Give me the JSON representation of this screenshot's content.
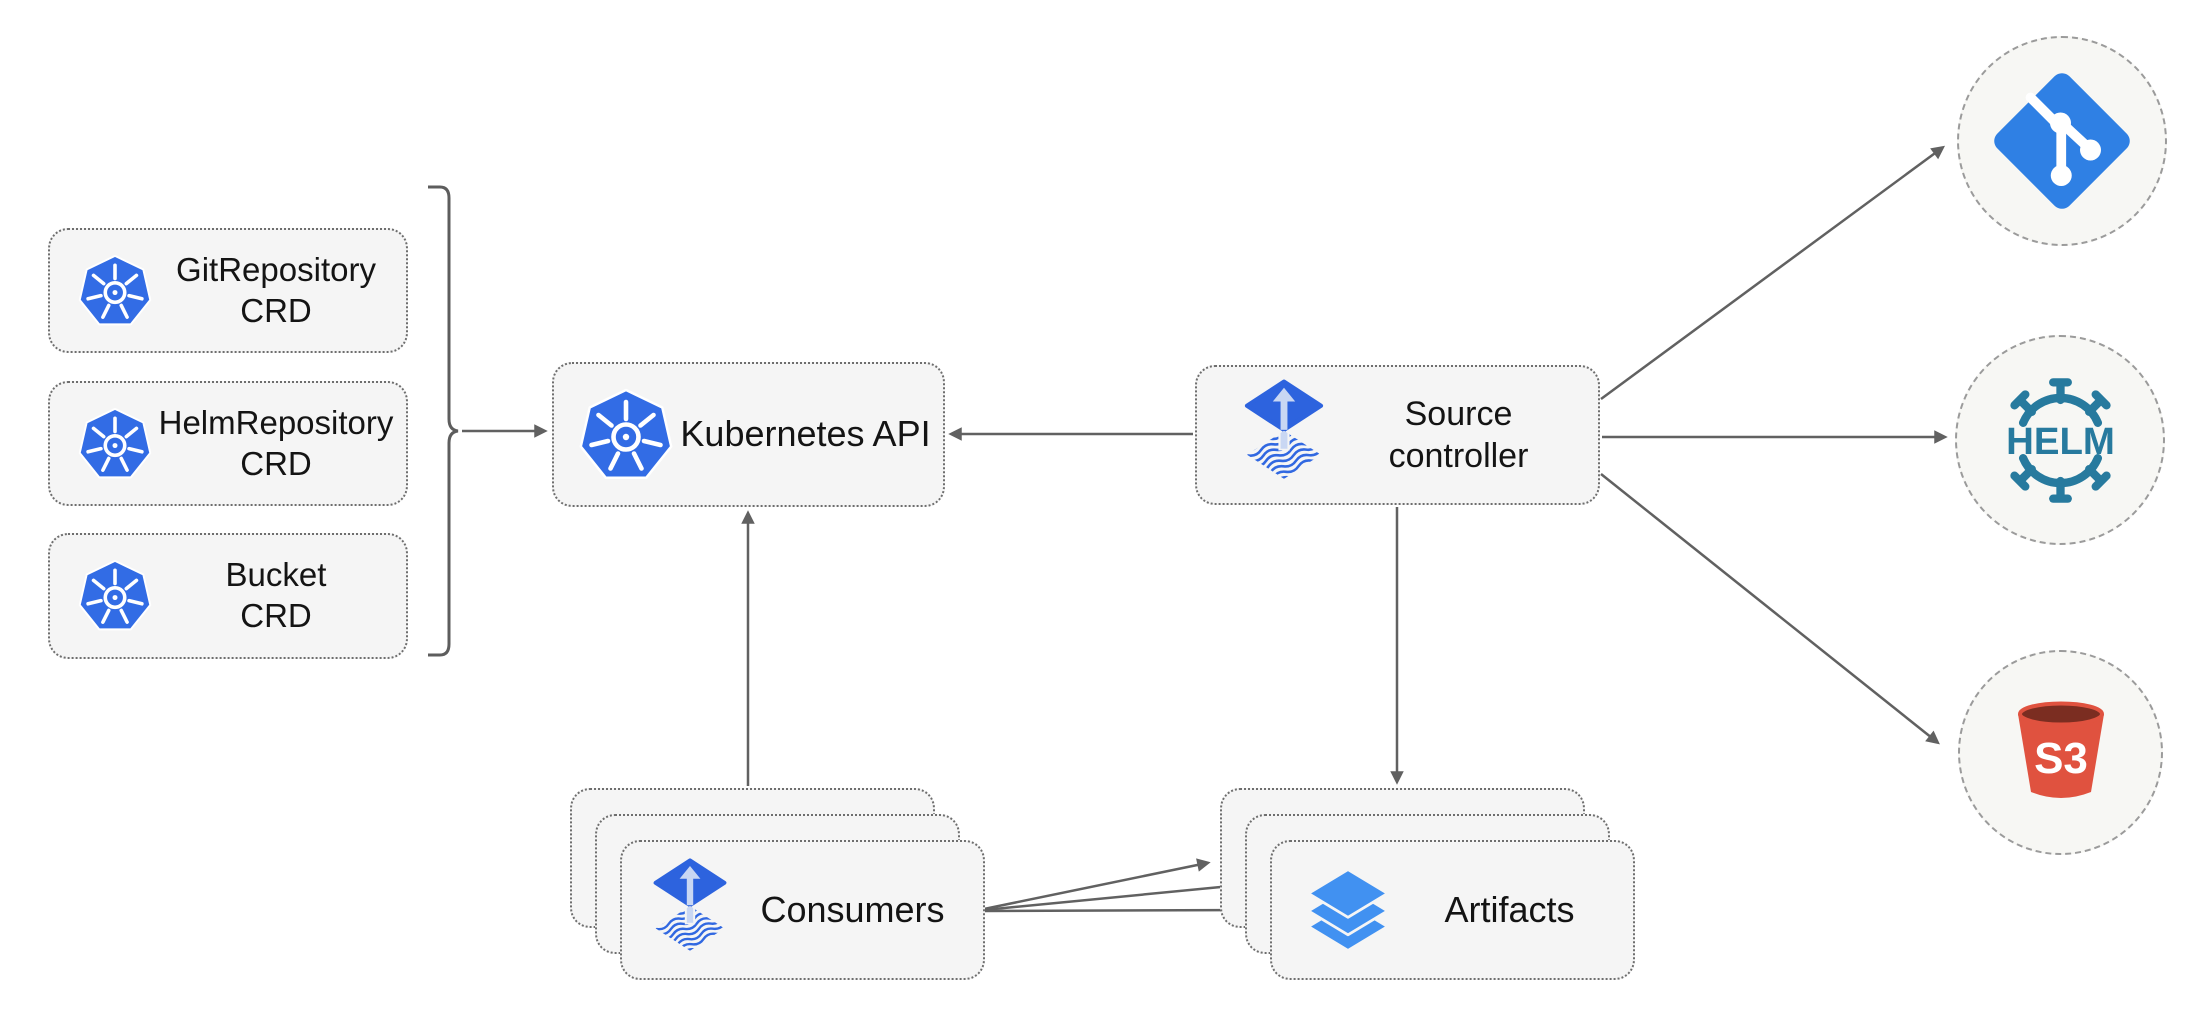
{
  "diagram": {
    "crd_boxes": [
      {
        "line1": "GitRepository",
        "line2": "CRD",
        "icon": "kubernetes-icon"
      },
      {
        "line1": "HelmRepository",
        "line2": "CRD",
        "icon": "kubernetes-icon"
      },
      {
        "line1": "Bucket",
        "line2": "CRD",
        "icon": "kubernetes-icon"
      }
    ],
    "kubernetes_api": {
      "label": "Kubernetes API",
      "icon": "kubernetes-icon"
    },
    "source_controller": {
      "line1": "Source",
      "line2": "controller",
      "icon": "flux-icon"
    },
    "consumers": {
      "label": "Consumers",
      "icon": "flux-icon"
    },
    "artifacts": {
      "label": "Artifacts",
      "icon": "layers-icon"
    },
    "external_sources": [
      {
        "name": "git",
        "icon": "git-icon",
        "label": ""
      },
      {
        "name": "helm",
        "icon": "helm-icon",
        "label": "HELM"
      },
      {
        "name": "s3",
        "icon": "s3-icon",
        "label": "S3"
      }
    ],
    "colors": {
      "kubernetes_blue": "#326CE5",
      "flux_blue": "#2d63de",
      "flux_arrow_light": "#c9d7f3",
      "git_blue": "#2f80e4",
      "helm_teal": "#277a9e",
      "s3_red": "#e0523f",
      "s3_dark_red": "#7b2d21",
      "layers_blue": "#4191f1",
      "edge_gray": "#616161",
      "node_fill": "#f5f5f5"
    }
  }
}
